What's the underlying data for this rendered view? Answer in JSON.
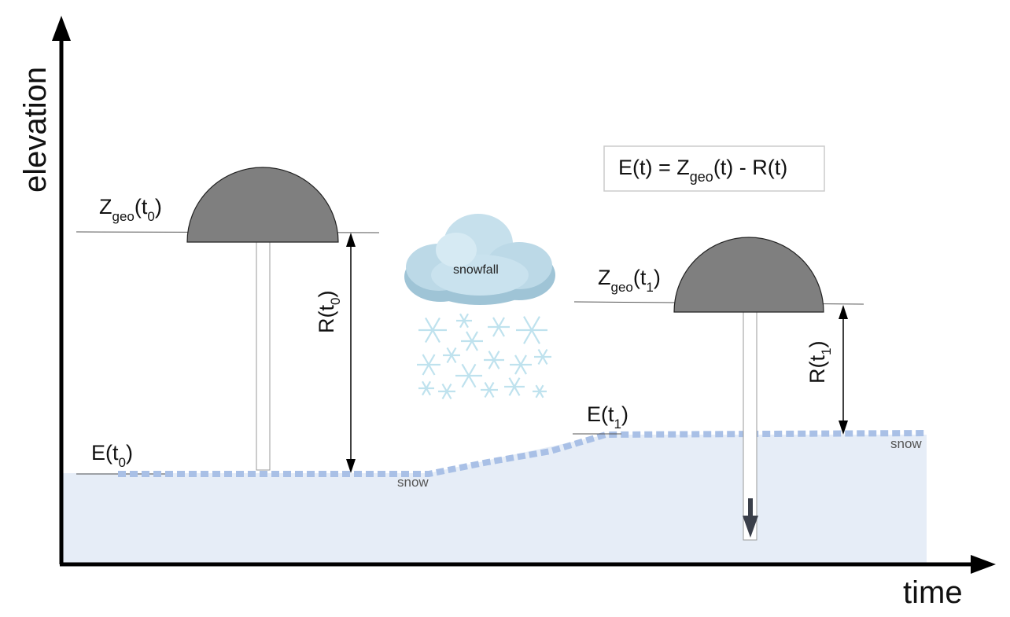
{
  "axes": {
    "y_label": "elevation",
    "x_label": "time"
  },
  "equation": {
    "lhs": "E(t) = Z",
    "sub": "geo",
    "rhs": "(t) - R(t)"
  },
  "gnss_t0": {
    "z_main": "Z",
    "z_sub": "geo",
    "z_paren_open": "(t",
    "z_t_sub": "0",
    "z_paren_close": ")",
    "r_main": "R(t",
    "r_sub": "0",
    "r_close": ")",
    "e_main": "E(t",
    "e_sub": "0",
    "e_close": ")"
  },
  "gnss_t1": {
    "z_main": "Z",
    "z_sub": "geo",
    "z_paren_open": "(t",
    "z_t_sub": "1",
    "z_paren_close": ")",
    "r_main": "R(t",
    "r_sub": "1",
    "r_close": ")",
    "e_main": "E(t",
    "e_sub": "1",
    "e_close": ")"
  },
  "snow_labels": {
    "left": "snow",
    "right": "snow"
  },
  "cloud": {
    "label": "snowfall"
  },
  "colors": {
    "ground": "#e6edf7",
    "snow_dash": "#a9c0e6",
    "antenna": "#808080",
    "cloud": "#b3d6e6",
    "snowflake": "#cfe9f2"
  },
  "icons": [
    "snowflake-icon",
    "down-arrow-icon",
    "cloud-icon"
  ]
}
